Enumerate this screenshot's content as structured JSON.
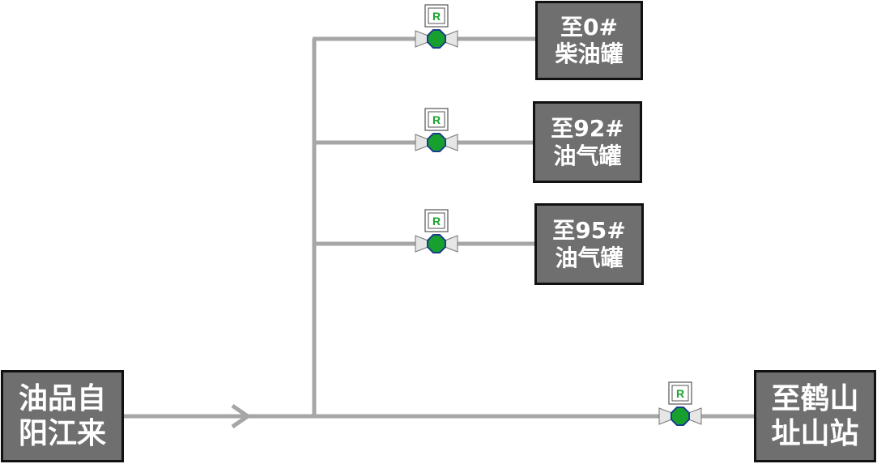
{
  "source": {
    "line1": "油品自",
    "line2": "阳江来"
  },
  "destinations": [
    {
      "id": "tank0",
      "line1": "至0#",
      "line2": "柴油罐",
      "valve_label": "R",
      "valve_state": "open"
    },
    {
      "id": "tank92",
      "line1": "至92#",
      "line2": "油气罐",
      "valve_label": "R",
      "valve_state": "open"
    },
    {
      "id": "tank95",
      "line1": "至95#",
      "line2": "油气罐",
      "valve_label": "R",
      "valve_state": "open"
    },
    {
      "id": "station",
      "line1": "至鹤山",
      "line2": "址山站",
      "valve_label": "R",
      "valve_state": "open"
    }
  ],
  "colors": {
    "pipe": "#a6a6a6",
    "box_fill": "#6f6f6f",
    "box_border": "#111111",
    "box_text": "#ffffff",
    "valve_open": "#17a02e",
    "valve_body": "#e6e6e6",
    "r_text": "#19a32f"
  }
}
